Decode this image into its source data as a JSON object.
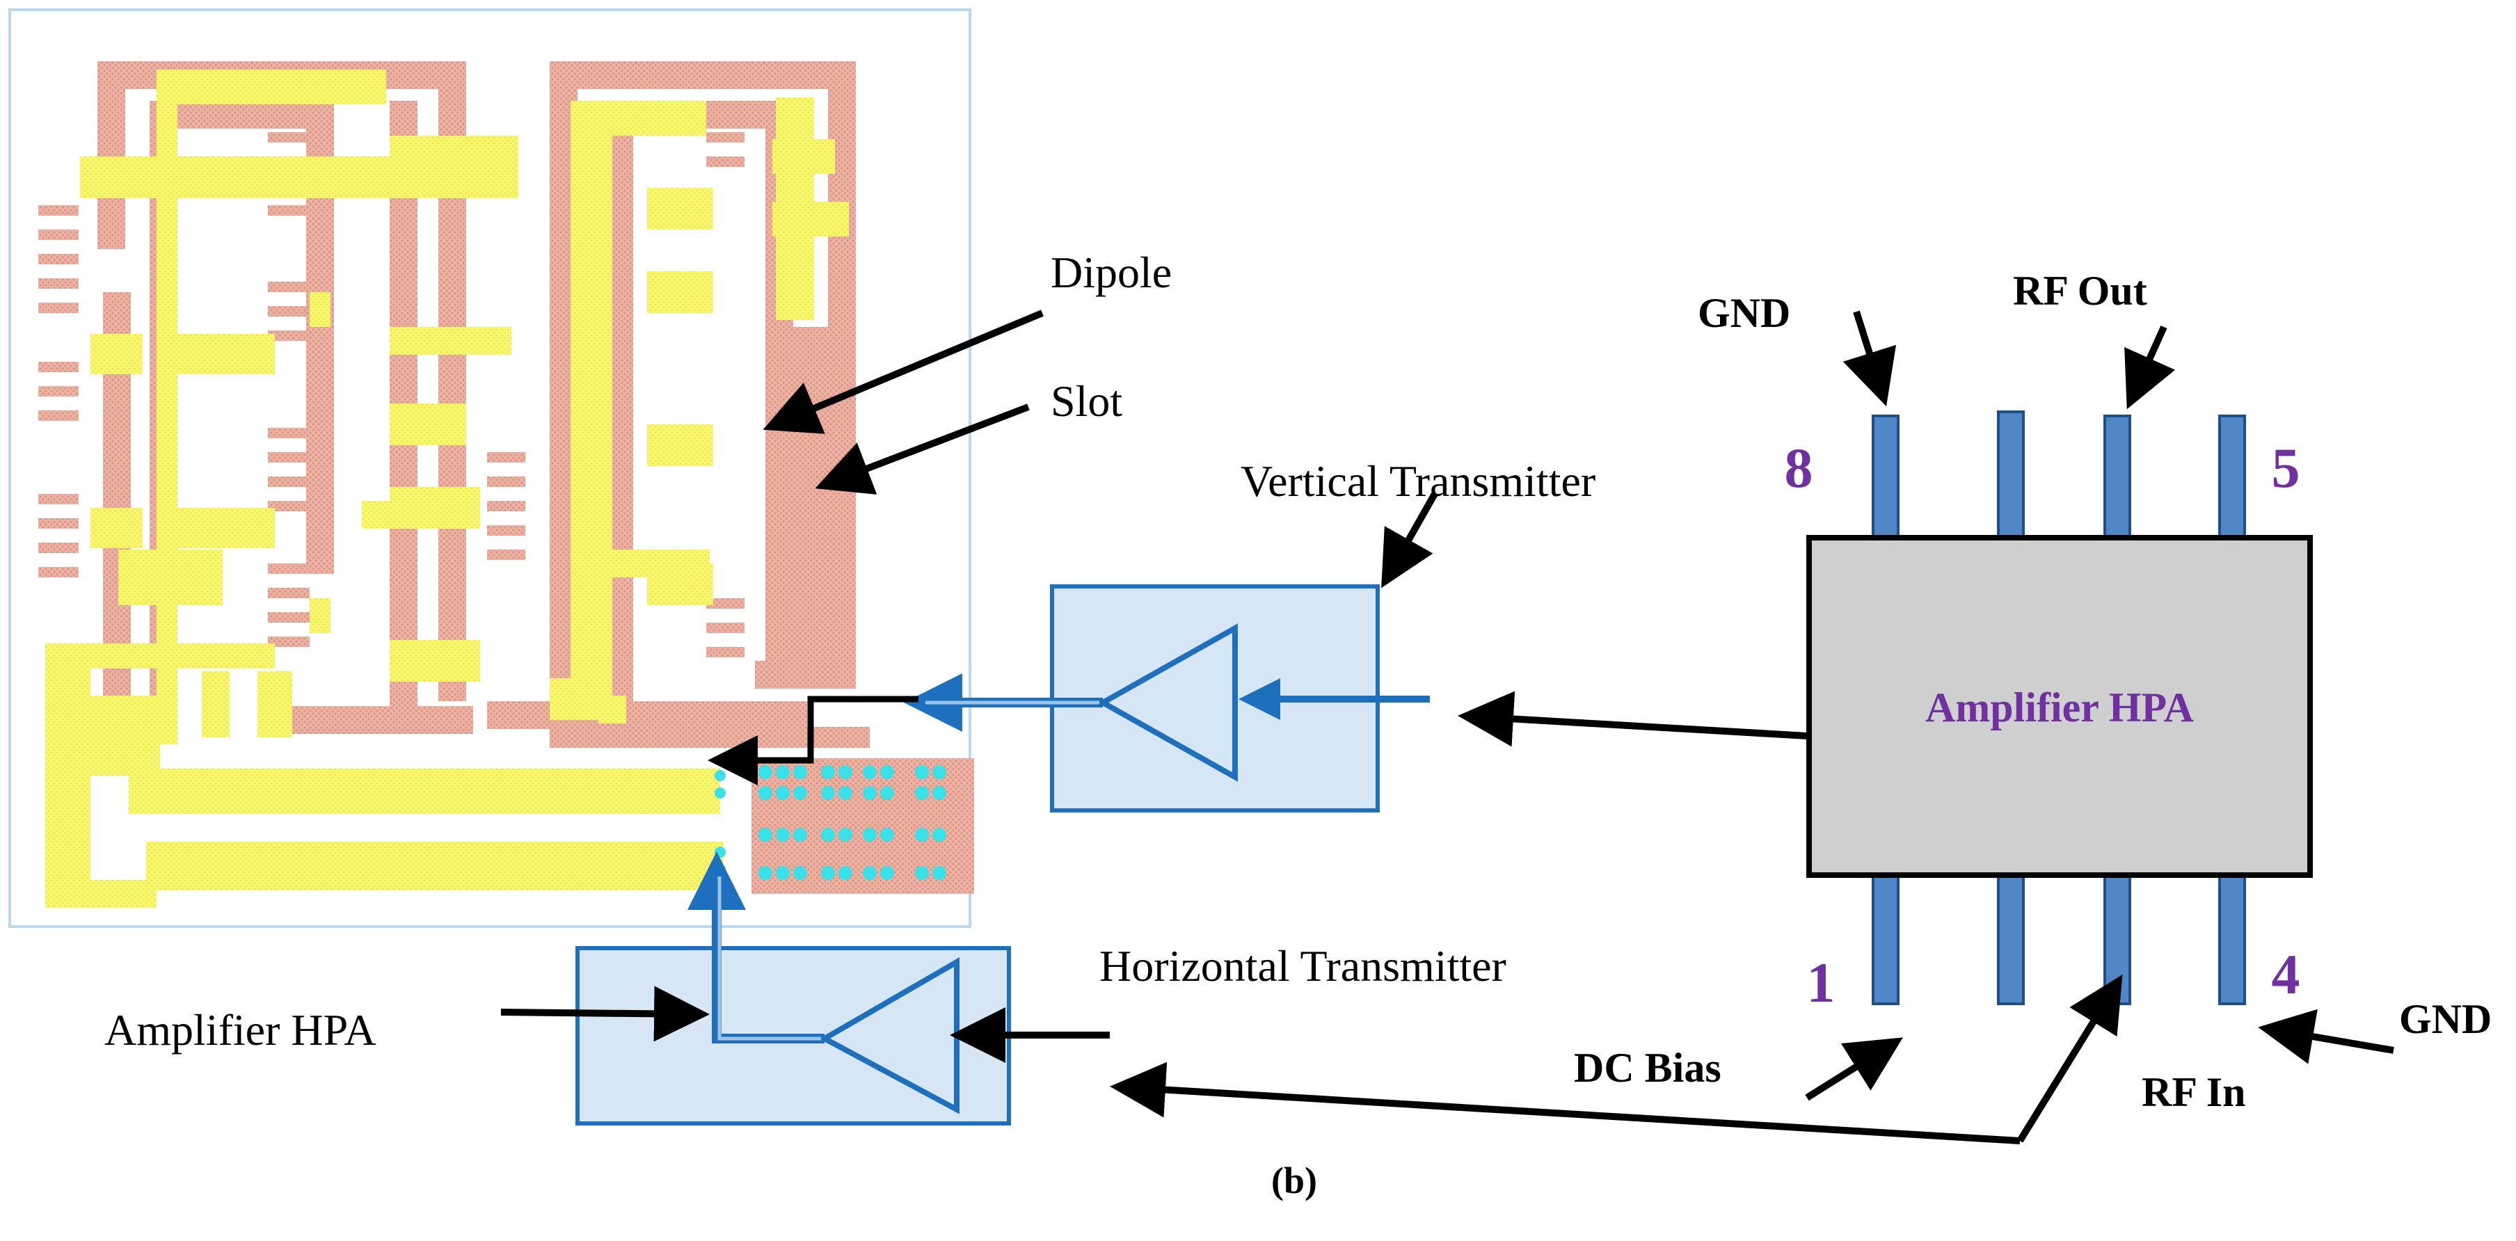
{
  "labels": {
    "dipole": "Dipole",
    "slot": "Slot",
    "vertical_transmitter": "Vertical Transmitter",
    "horizontal_transmitter": "Horizontal Transmitter",
    "amplifier_hpa_left": "Amplifier HPA",
    "amplifier_hpa_chip": "Amplifier HPA",
    "gnd_top": "GND",
    "rf_out": "RF Out",
    "dc_bias": "DC Bias",
    "rf_in": "RF In",
    "gnd_bottom": "GND",
    "caption": "(b)"
  },
  "pins": {
    "pin_8": "8",
    "pin_5": "5",
    "pin_1": "1",
    "pin_4": "4"
  },
  "colors": {
    "copper_trace": "#e8a898",
    "dipole_yellow": "#f7f56a",
    "via_cyan": "#38e0e8",
    "transmitter_fill": "#d6e6f5",
    "transmitter_border": "#1f6fbf",
    "signal_blue": "#1f6fbf",
    "chip_fill": "#cfcfcf",
    "chip_pin": "#4f86c6",
    "pin_number_purple": "#7030a0",
    "arrow_black": "#000000"
  }
}
